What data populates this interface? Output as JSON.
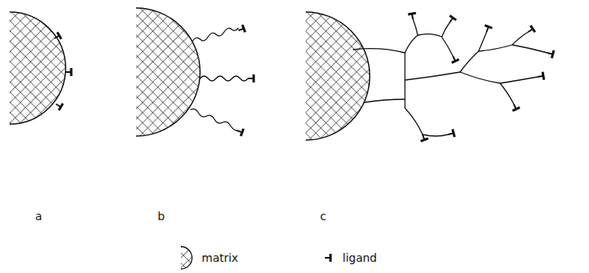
{
  "diagram": {
    "labels": [
      "a",
      "b",
      "c"
    ],
    "legend": [
      {
        "text": "matrix"
      },
      {
        "text": "ligand"
      }
    ]
  }
}
